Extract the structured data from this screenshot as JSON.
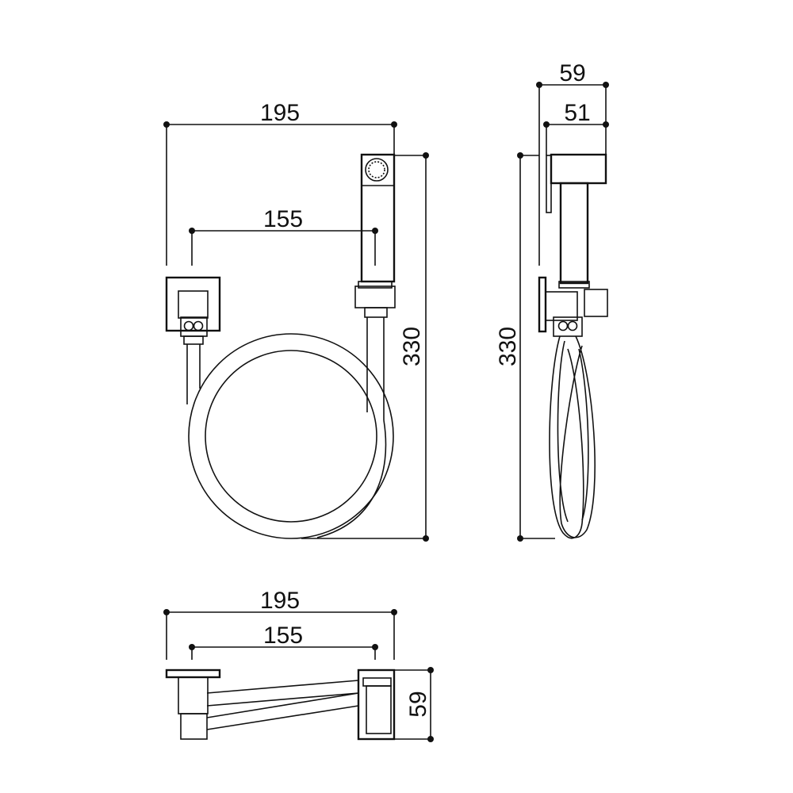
{
  "dimensions": {
    "front_width_total": "195",
    "front_width_inner": "155",
    "front_height": "330",
    "side_width_total": "59",
    "side_width_inner": "51",
    "side_height": "330",
    "top_width_total": "195",
    "top_width_inner": "155",
    "top_depth": "59"
  }
}
